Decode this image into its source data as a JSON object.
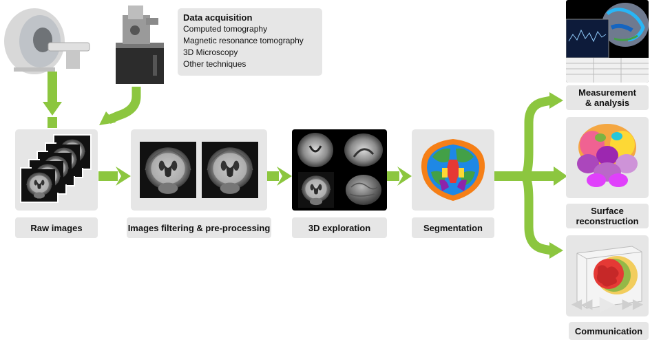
{
  "data_acquisition": {
    "title": "Data acquisition",
    "items": [
      "Computed tomography",
      "Magnetic resonance tomography",
      "3D Microscopy",
      "Other techniques"
    ]
  },
  "steps": {
    "raw_images": "Raw images",
    "filtering": "Images filtering & pre-processing",
    "exploration": "3D exploration",
    "segmentation": "Segmentation"
  },
  "outputs": {
    "measurement": {
      "line1": "Measurement",
      "line2": "& analysis"
    },
    "surface": {
      "line1": "Surface",
      "line2": "reconstruction"
    },
    "communication": "Communication"
  },
  "colors": {
    "arrow_green": "#8cc63f",
    "panel_gray": "#e6e6e6",
    "dark_bg": "#000000"
  }
}
